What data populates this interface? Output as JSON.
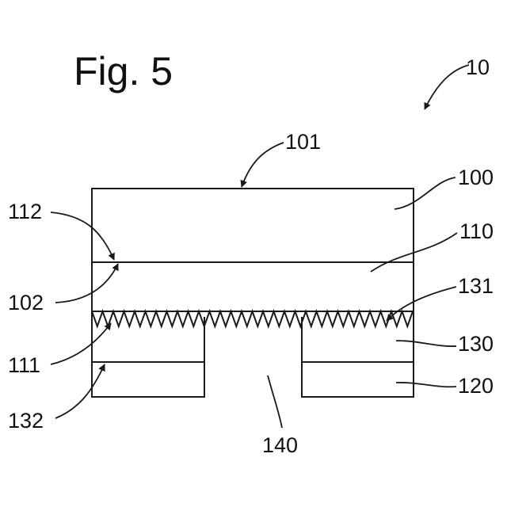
{
  "figure": {
    "title": "Fig. 5",
    "labels": {
      "device": "10",
      "top_surface": "101",
      "layer_top": "100",
      "interface_upper": "112",
      "layer_middle": "110",
      "interface_lower": "102",
      "textured_surface": "131",
      "layer_right_upper": "130",
      "zigzag_edge": "111",
      "layer_right_lower": "120",
      "lower_interface": "132",
      "gap": "140"
    }
  }
}
